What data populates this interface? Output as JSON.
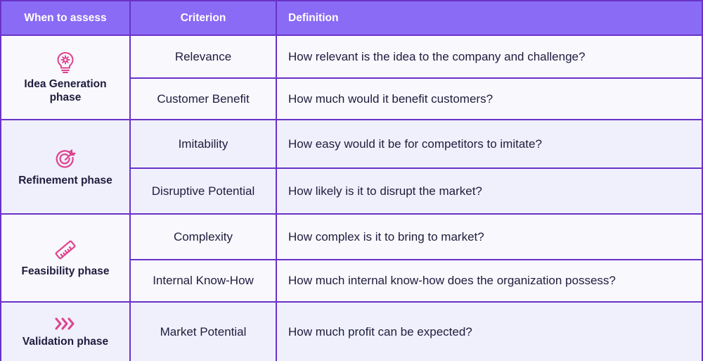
{
  "header": {
    "col1": "When to assess",
    "col2": "Criterion",
    "col3": "Definition"
  },
  "colors": {
    "header_bg": "#8a6bf5",
    "border": "#6a32c8",
    "icon": "#e0428f",
    "text": "#1f1c3d",
    "row_light": "#f8f8fd",
    "row_tint": "#eff0fc"
  },
  "phases": [
    {
      "label": "Idea Generation phase",
      "icon": "lightbulb-gear-icon",
      "rows": [
        {
          "criterion": "Relevance",
          "definition": "How relevant is the idea to the company and challenge?"
        },
        {
          "criterion": "Customer Benefit",
          "definition": "How much would it benefit customers?"
        }
      ]
    },
    {
      "label": "Refinement phase",
      "icon": "target-dart-icon",
      "rows": [
        {
          "criterion": "Imitability",
          "definition": "How easy would it be for competitors to imitate?"
        },
        {
          "criterion": "Disruptive Potential",
          "definition": "How likely is it to disrupt the market?"
        }
      ]
    },
    {
      "label": "Feasibility phase",
      "icon": "ruler-icon",
      "rows": [
        {
          "criterion": "Complexity",
          "definition": "How complex is it to bring to market?"
        },
        {
          "criterion": "Internal Know-How",
          "definition": "How much internal know-how does the organization possess?"
        }
      ]
    },
    {
      "label": "Validation phase",
      "icon": "triple-chevron-right-icon",
      "rows": [
        {
          "criterion": "Market Potential",
          "definition": "How much profit can be expected?"
        }
      ]
    }
  ]
}
